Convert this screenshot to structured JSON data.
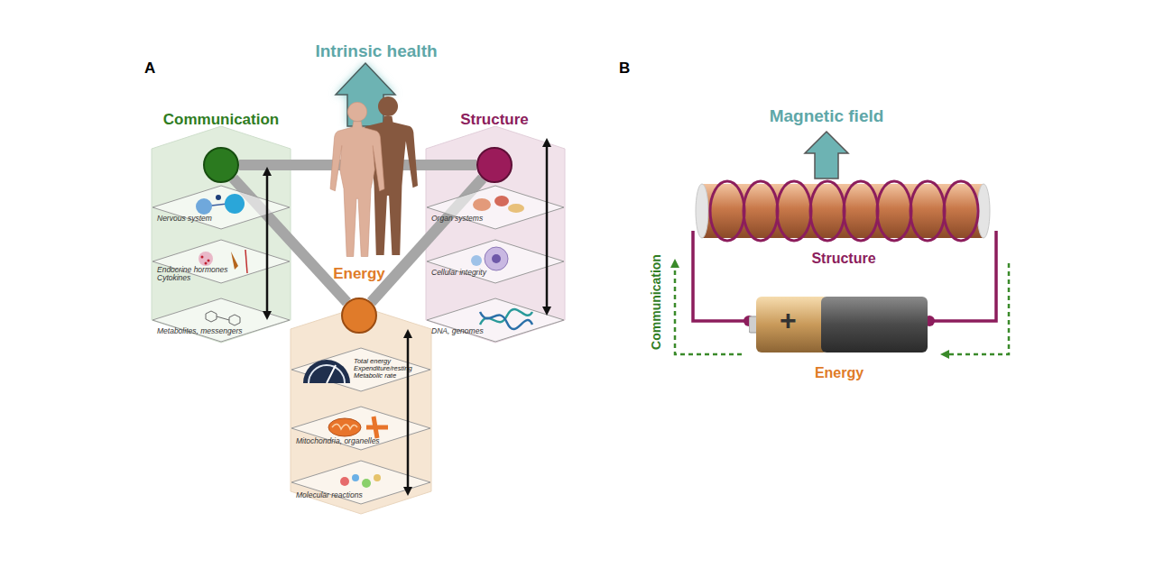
{
  "diagram": {
    "nodes": [
      {
        "text": [
          "Communication"
        ]
      },
      {
        "text": [
          "Structure"
        ]
      },
      {
        "text": [
          "Energy"
        ]
      },
      {
        "text": [
          "Nervous system"
        ]
      },
      {
        "text": [
          "Endocrine hormones Cytokines"
        ]
      },
      {
        "text": [
          "Metabolites, messengers"
        ]
      },
      {
        "text": [
          "Organ systems"
        ]
      },
      {
        "text": [
          "Cellular integrity"
        ]
      },
      {
        "text": [
          "DNA, genomes"
        ]
      },
      {
        "text": [
          "Total energy Expenditure/resting Metabolic rate"
        ]
      },
      {
        "text": [
          "Mitochondria, organelles"
        ]
      },
      {
        "text": [
          "Molecular reactions"
        ]
      },
      {
        "text": [
          "Structure"
        ]
      },
      {
        "text": [
          "+",
          "Energy"
        ]
      }
    ],
    "edges": [
      {
        "from": 0,
        "to": 1,
        "arrow": "none"
      },
      {
        "from": 0,
        "to": 2,
        "arrow": "none"
      },
      {
        "from": 1,
        "to": 2,
        "arrow": "none"
      },
      {
        "from": 13,
        "to": 12,
        "arrow": "none"
      },
      {
        "from": 13,
        "to": 12,
        "arrow": "none"
      }
    ],
    "labels": [
      "A",
      "Intrinsic health",
      "B",
      "Magnetic field",
      "Communication"
    ]
  }
}
